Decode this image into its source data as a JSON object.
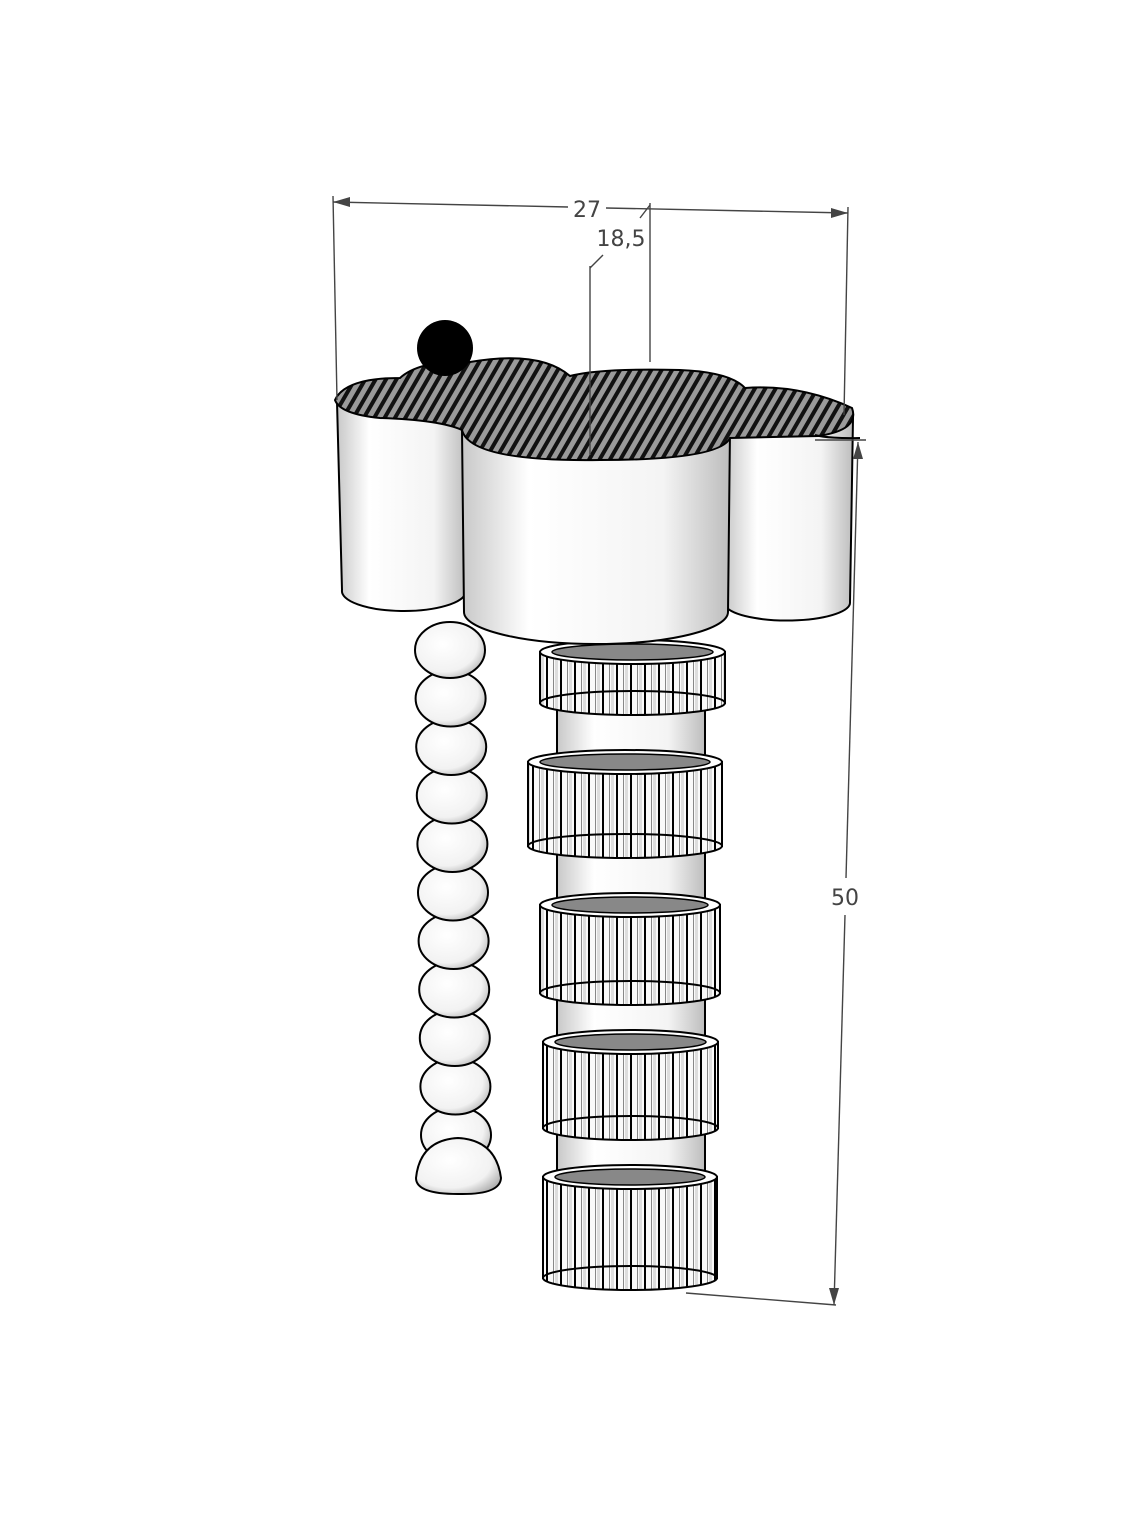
{
  "drawing": {
    "dimensions": {
      "width_label": "27",
      "offset_label": "18,5",
      "height_label": "50"
    },
    "colors": {
      "stroke": "#000000",
      "dimension": "#444444",
      "surface": "#ffffff",
      "hatch": "#9a9a9a"
    },
    "bead_count": 11,
    "gear_count": 5
  }
}
